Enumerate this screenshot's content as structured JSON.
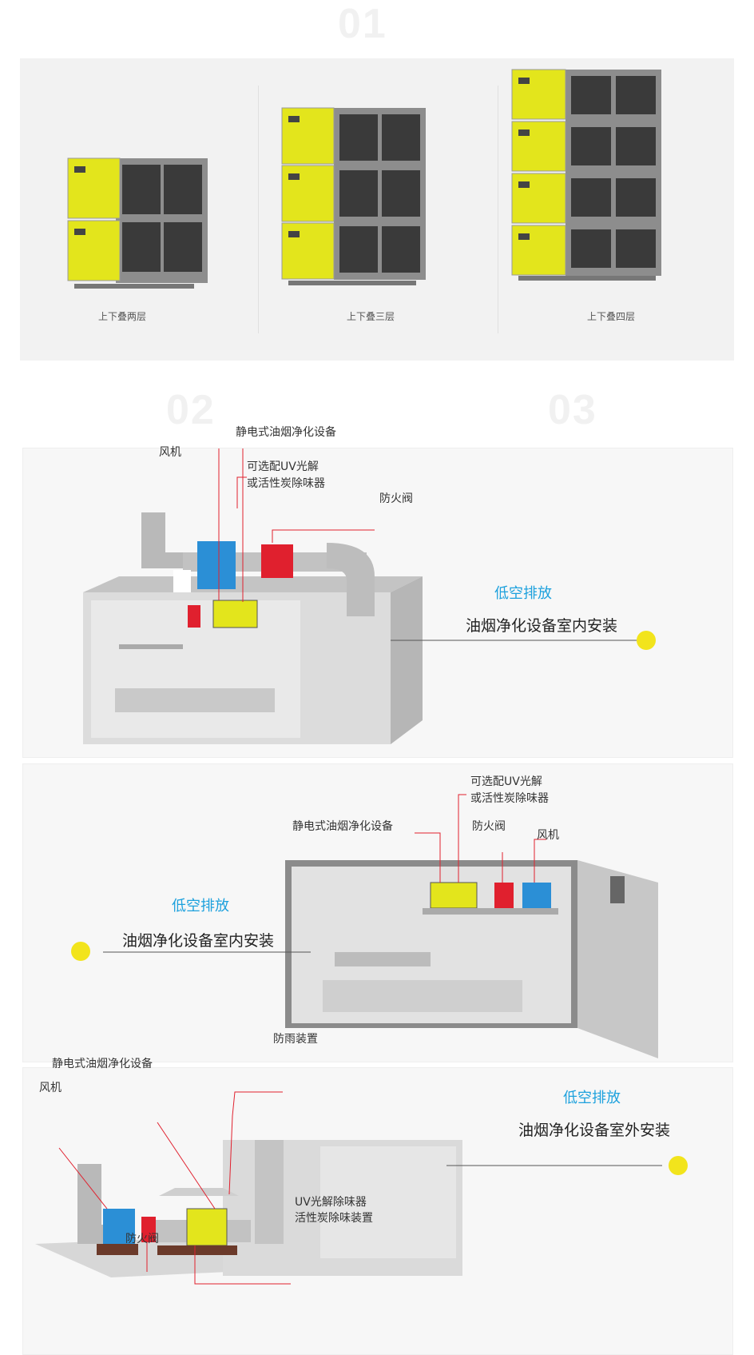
{
  "section_numbers": [
    "01",
    "02",
    "03"
  ],
  "stack_options": [
    {
      "label": "上下叠两层"
    },
    {
      "label": "上下叠三层"
    },
    {
      "label": "上下叠四层"
    }
  ],
  "scene1": {
    "labels": {
      "purifier": "静电式油烟净化设备",
      "fan": "风机",
      "uv_line1": "可选配UV光解",
      "uv_line2": "或活性炭除味器",
      "fire_damper": "防火阀"
    },
    "title": "低空排放",
    "subtitle": "油烟净化设备室内安装"
  },
  "scene2": {
    "labels": {
      "uv_line1": "可选配UV光解",
      "uv_line2": "或活性炭除味器",
      "purifier": "静电式油烟净化设备",
      "fire_damper": "防火阀",
      "fan": "风机"
    },
    "title": "低空排放",
    "subtitle": "油烟净化设备室内安装"
  },
  "scene3": {
    "labels": {
      "rain_cover": "防雨装置",
      "purifier": "静电式油烟净化设备",
      "fan": "风机",
      "uv_line1": "UV光解除味器",
      "uv_line2": "活性炭除味装置",
      "fire_damper": "防火阀"
    },
    "title": "低空排放",
    "subtitle": "油烟净化设备室外安装"
  },
  "colors": {
    "accent": "#1da1dd",
    "yellow": "#e3e51c",
    "dot": "#f2e41c",
    "fire_damper": "#e0202e",
    "fan": "#2b8fd6",
    "leader": "#e0202e"
  }
}
